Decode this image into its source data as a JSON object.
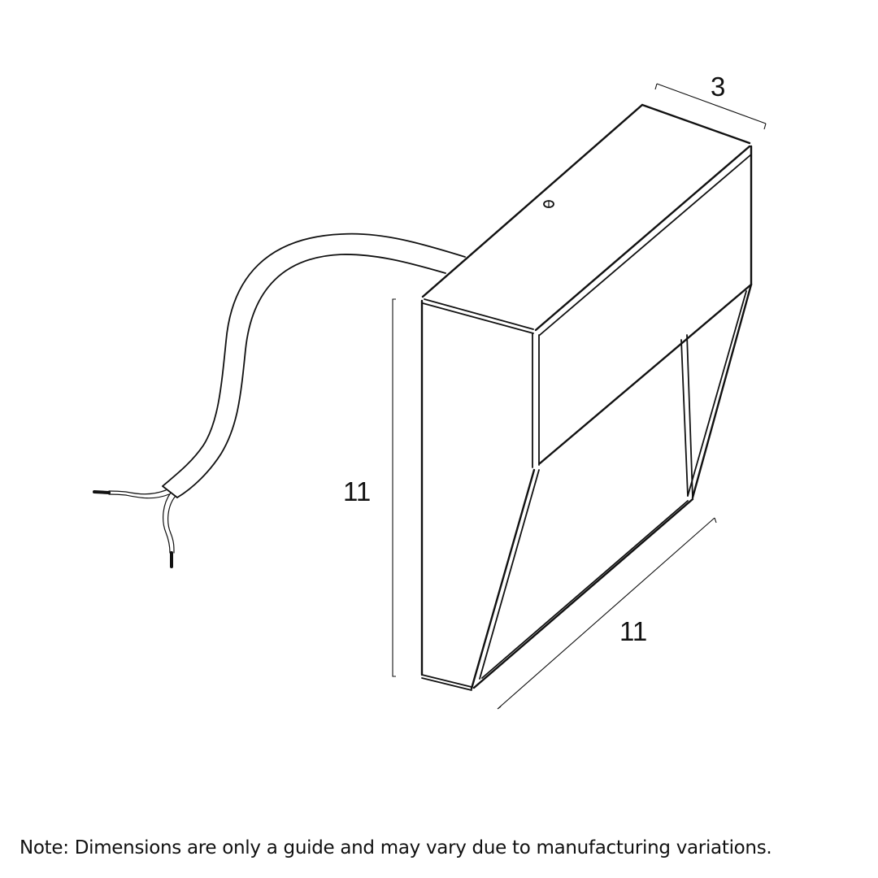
{
  "diagram": {
    "type": "product-dimension-drawing",
    "subject": "square wall light with cable",
    "units_shown": false,
    "dimensions": {
      "depth": "3",
      "height": "11",
      "width": "11"
    },
    "note": "Note: Dimensions are only a guide and may vary due to manufacturing variations.",
    "colors": {
      "line": "#111111",
      "background": "#ffffff"
    }
  }
}
